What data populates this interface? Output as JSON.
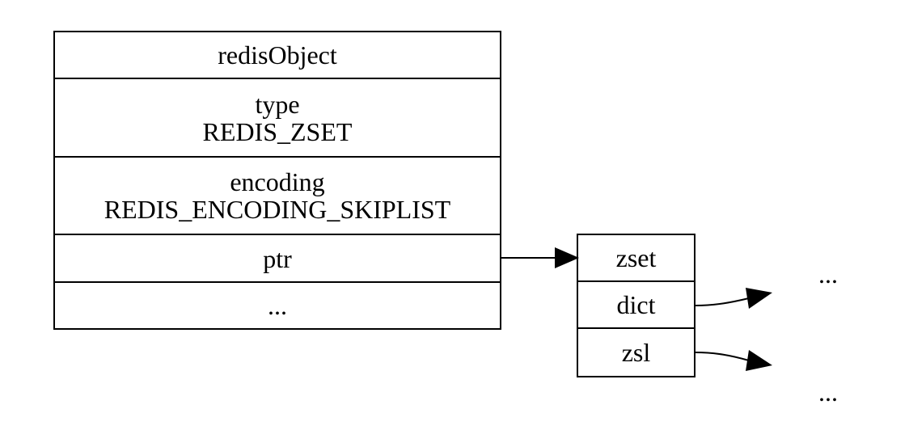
{
  "redis_object": {
    "title": "redisObject",
    "type_label": "type",
    "type_value": "REDIS_ZSET",
    "encoding_label": "encoding",
    "encoding_value": "REDIS_ENCODING_SKIPLIST",
    "ptr_label": "ptr",
    "rest_label": "..."
  },
  "zset": {
    "title": "zset",
    "dict_label": "dict",
    "zsl_label": "zsl"
  },
  "targets": {
    "dict_target": "...",
    "zsl_target": "..."
  }
}
